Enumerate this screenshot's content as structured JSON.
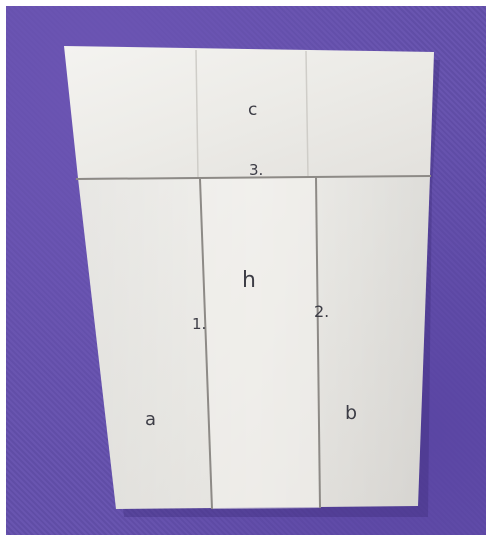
{
  "labels": {
    "c": "c",
    "three": "3.",
    "h": "h",
    "one": "1.",
    "two": "2.",
    "a": "a",
    "b": "b"
  },
  "colors": {
    "background": "#6450ad",
    "paper": "#efede9",
    "fold_line": "#8d8a86",
    "ink": "#3d3d46"
  }
}
